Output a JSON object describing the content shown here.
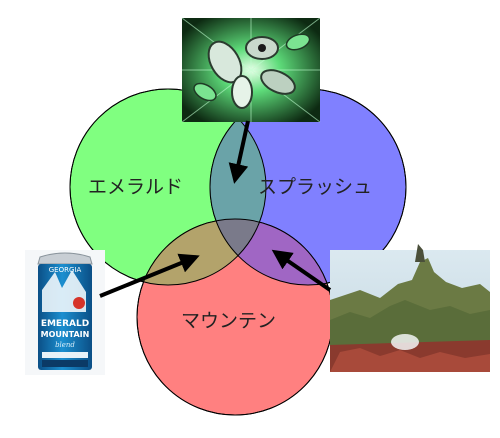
{
  "venn": {
    "sets": [
      {
        "id": "emerald",
        "label": "エメラルド",
        "color": "#80ff80"
      },
      {
        "id": "splash",
        "label": "スプラッシュ",
        "color": "#8080ff"
      },
      {
        "id": "mountain",
        "label": "マウンテン",
        "color": "#ff8080"
      }
    ],
    "overlap_colors": {
      "emerald_splash": "#6aa3a8",
      "emerald_mountain": "#b3a36b",
      "splash_mountain": "#a066c4",
      "center": "#7a7a8a"
    }
  },
  "images": {
    "robot_art": {
      "icon": "green-robot-art",
      "colors": [
        "#0d2a12",
        "#5edc7a",
        "#cfe9d4"
      ]
    },
    "can": {
      "icon": "coffee-can",
      "brand": "GEORGIA",
      "line1": "EMERALD",
      "line2": "MOUNTAIN",
      "line3": "blend",
      "colors": [
        "#1b7fc0",
        "#e8f2f8",
        "#0b3a66"
      ]
    },
    "ride_photo": {
      "icon": "splash-mountain-photo",
      "colors": [
        "#cfe2ec",
        "#5a6d3a",
        "#8a3a2e"
      ]
    }
  },
  "arrows": [
    {
      "from": "robot_art",
      "to": "emerald_splash"
    },
    {
      "from": "can",
      "to": "emerald_mountain"
    },
    {
      "from": "ride_photo",
      "to": "splash_mountain"
    }
  ]
}
